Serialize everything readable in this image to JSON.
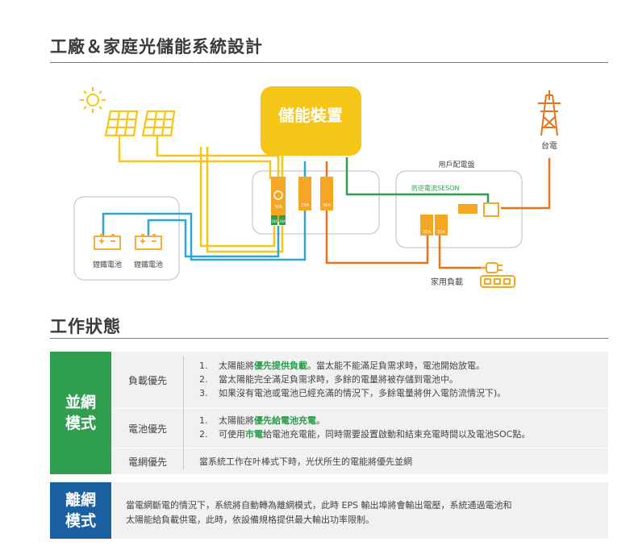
{
  "section1": {
    "title": "工廠＆家庭光儲能系統設計"
  },
  "diagram": {
    "storage_label": "儲能裝置",
    "grid_label": "台電",
    "panel_box_label": "用戶配電盤",
    "inverter_label": "防逆電流SESON",
    "battery1_label": "鋰鐵電池",
    "battery2_label": "鋰鐵電池",
    "load_label": "家用負載",
    "breaker_30a": "30A",
    "breaker_15a": "15A",
    "breaker_30a_b": "30A",
    "breaker_16a_1": "16A",
    "breaker_16a_2": "16A",
    "panel_breaker_1": "30A",
    "panel_breaker_2": "30A",
    "colors": {
      "yellow": "#f5c518",
      "orange": "#e8731a",
      "blue": "#2ea3d6",
      "green": "#2f9e4f",
      "breaker": "#f5a623"
    }
  },
  "section2": {
    "title": "工作狀態"
  },
  "table": {
    "grid_mode": {
      "line1": "並網",
      "line2": "模式",
      "color": "#2f9e4f"
    },
    "load_priority": {
      "label": "負載優先",
      "items": [
        {
          "num": "1.",
          "pre": "太陽能將",
          "hl": "優先提供負載",
          "post": "。當太能不能滿足負需求時，電池開始放電。"
        },
        {
          "num": "2.",
          "text": "當太陽能完全滿足負需求時，多餘的電量將被存儲到電池中。"
        },
        {
          "num": "3.",
          "text": "如果沒有電池或電池已經充滿的情況下，多餘電量將併入電防流情況下)。"
        }
      ]
    },
    "battery_priority": {
      "label": "電池優先",
      "items": [
        {
          "num": "1.",
          "pre": "太陽能將",
          "hl": "優先給電池充電",
          "post": "。"
        },
        {
          "num": "2.",
          "pre": "可使用",
          "hl": "市電",
          "post": "給電池充電能，同時需要設置啟動和結束充電時間以及電池SOC點。"
        }
      ]
    },
    "grid_priority": {
      "label": "電網優先",
      "text": "當系統工作在叶棒式下時，光伏所生的電能將優先並網"
    },
    "offgrid_mode": {
      "line1": "離網",
      "line2": "模式",
      "color": "#1a5fa0",
      "text1": "當電網斷電的情況下，系統將自動轉為離網模式，此時 EPS 輸出埠將會輸出電壓，系統通過電池和",
      "text2": "太陽能給負載供電，此時，依設備規格提供最大輸出功率限制。"
    }
  }
}
